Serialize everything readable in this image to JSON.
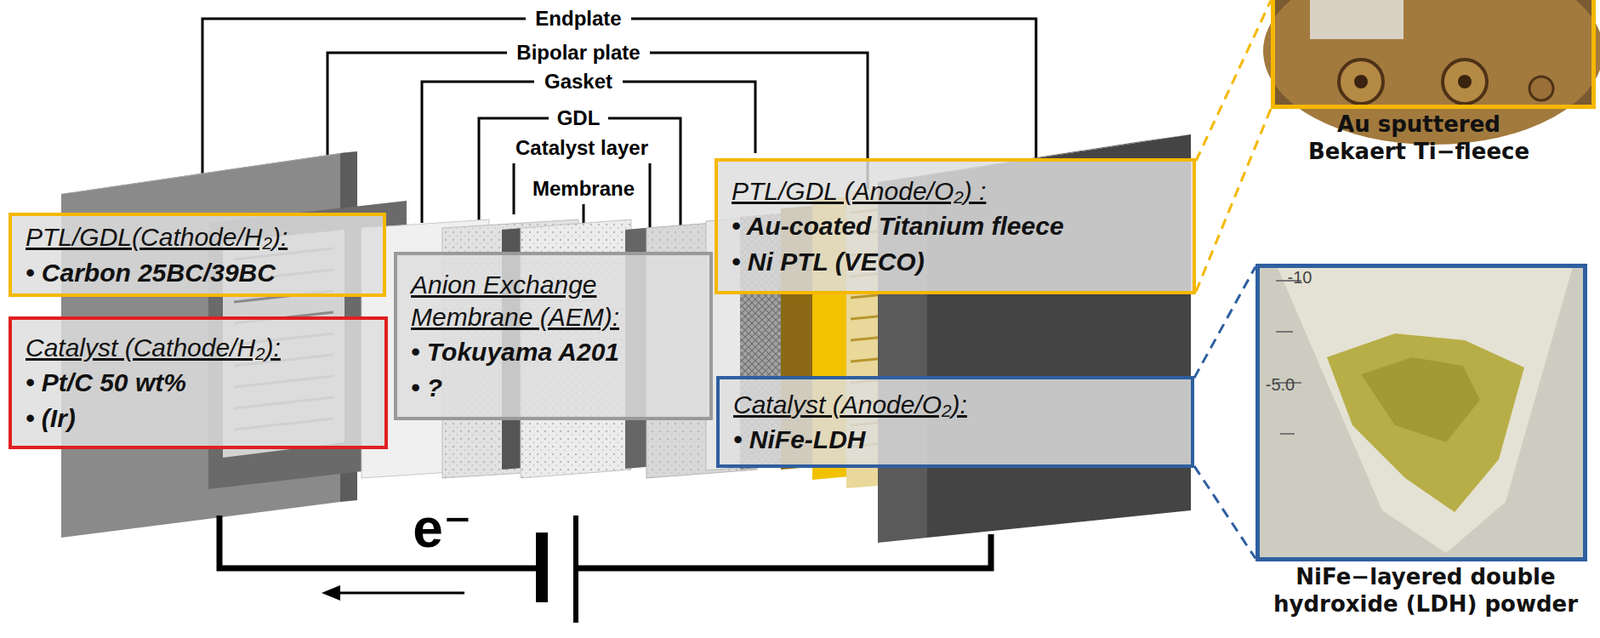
{
  "diagram": {
    "nodes": [
      {
        "text": [
          "PTL/GDL(Cathode/H₂):",
          "• Carbon 25BC/39BC"
        ]
      },
      {
        "text": [
          "Catalyst (Cathode/H₂):",
          "• Pt/C 50 wt%",
          "• (Ir)"
        ]
      },
      {
        "text": [
          "Anion Exchange Membrane (AEM):",
          "• Tokuyama A201",
          "• ?"
        ]
      },
      {
        "text": [
          "PTL/GDL (Anode/O₂) :",
          "• Au-coated Titanium fleece",
          "• Ni PTL (VECO)"
        ]
      },
      {
        "text": [
          "Catalyst (Anode/O₂):",
          "• NiFe-LDH"
        ]
      },
      {
        "text": [
          "Au sputtered Bekaert Ti−fleece"
        ]
      },
      {
        "text": [
          "NiFe−layered double hydroxide (LDH) powder"
        ]
      }
    ],
    "edges": [
      {
        "from": 3,
        "to": 5,
        "arrow": "none"
      },
      {
        "from": 3,
        "to": 5,
        "arrow": "none"
      },
      {
        "from": 4,
        "to": 6,
        "arrow": "none"
      },
      {
        "from": 4,
        "to": 6,
        "arrow": "none"
      }
    ],
    "labels": [
      "Endplate",
      "Bipolar plate",
      "Gasket",
      "GDL",
      "Catalyst layer",
      "Membrane",
      "e⁻",
      "-10",
      "-5.0"
    ]
  }
}
